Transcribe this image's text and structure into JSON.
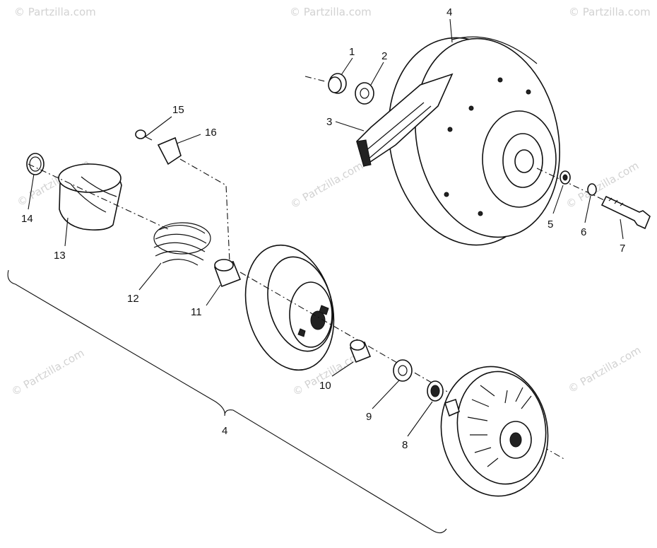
{
  "diagram": {
    "watermark_text": "© Partzilla.com",
    "callouts": {
      "c1": "1",
      "c2": "2",
      "c3": "3",
      "c4_top": "4",
      "c5": "5",
      "c6": "6",
      "c7": "7",
      "c8": "8",
      "c9": "9",
      "c10": "10",
      "c11": "11",
      "c12": "12",
      "c13": "13",
      "c14": "14",
      "c15": "15",
      "c16": "16",
      "c4_bracket": "4"
    }
  }
}
